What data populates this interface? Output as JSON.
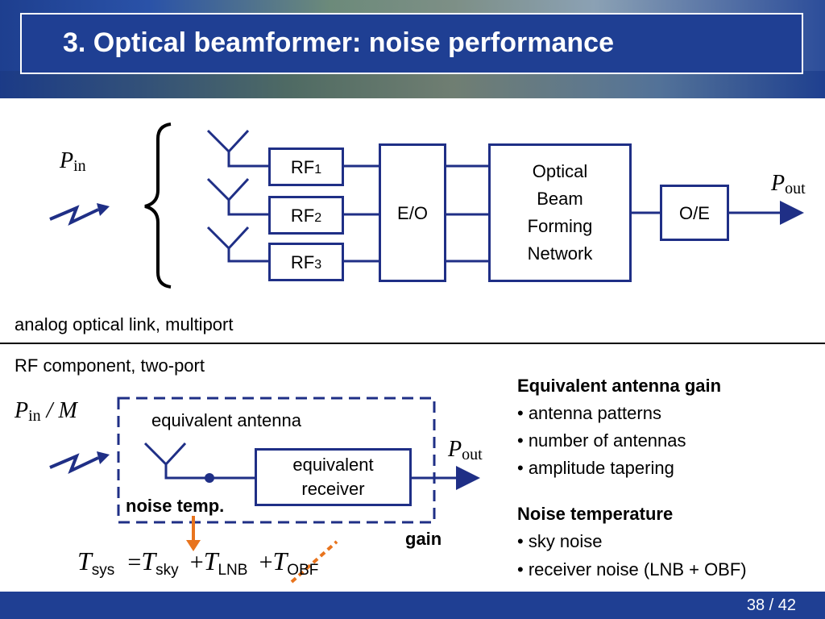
{
  "header": {
    "title": "3. Optical beamformer: noise performance"
  },
  "top_diagram": {
    "pin": {
      "symbol": "P",
      "sub": "in"
    },
    "rf_boxes": [
      {
        "main": "RF",
        "sub": "1"
      },
      {
        "main": "RF",
        "sub": "2"
      },
      {
        "main": "RF",
        "sub": "3"
      }
    ],
    "eo": "E/O",
    "obfn": [
      "Optical",
      "Beam",
      "Forming",
      "Network"
    ],
    "oe": "O/E",
    "pout": {
      "symbol": "P",
      "sub": "out"
    },
    "caption": "analog optical link, multiport"
  },
  "bottom_diagram": {
    "heading": "RF component, two-port",
    "pin": {
      "symbol": "P",
      "sub": "in",
      "rest": " / M"
    },
    "equiv_antenna": "equivalent antenna",
    "equiv_receiver": [
      "equivalent",
      "receiver"
    ],
    "pout": {
      "symbol": "P",
      "sub": "out"
    },
    "noise_temp": "noise temp.",
    "gain": "gain",
    "equation": {
      "T": "T",
      "sys": "sys",
      "eq": "=",
      "sky": "sky",
      "plus1": "+",
      "lnb": "LNB",
      "plus2": "+",
      "obf": "OBF"
    }
  },
  "right_panel": {
    "gain_title": "Equivalent antenna gain",
    "gain_items": [
      "• antenna patterns",
      "• number of antennas",
      "• amplitude tapering"
    ],
    "noise_title": "Noise temperature",
    "noise_items": [
      "• sky noise",
      "• receiver noise (LNB + OBF)"
    ]
  },
  "footer": {
    "page": "38 / 42"
  },
  "colors": {
    "navy": "#1f3f93",
    "box_border": "#1f2f86",
    "orange": "#e8741e"
  }
}
